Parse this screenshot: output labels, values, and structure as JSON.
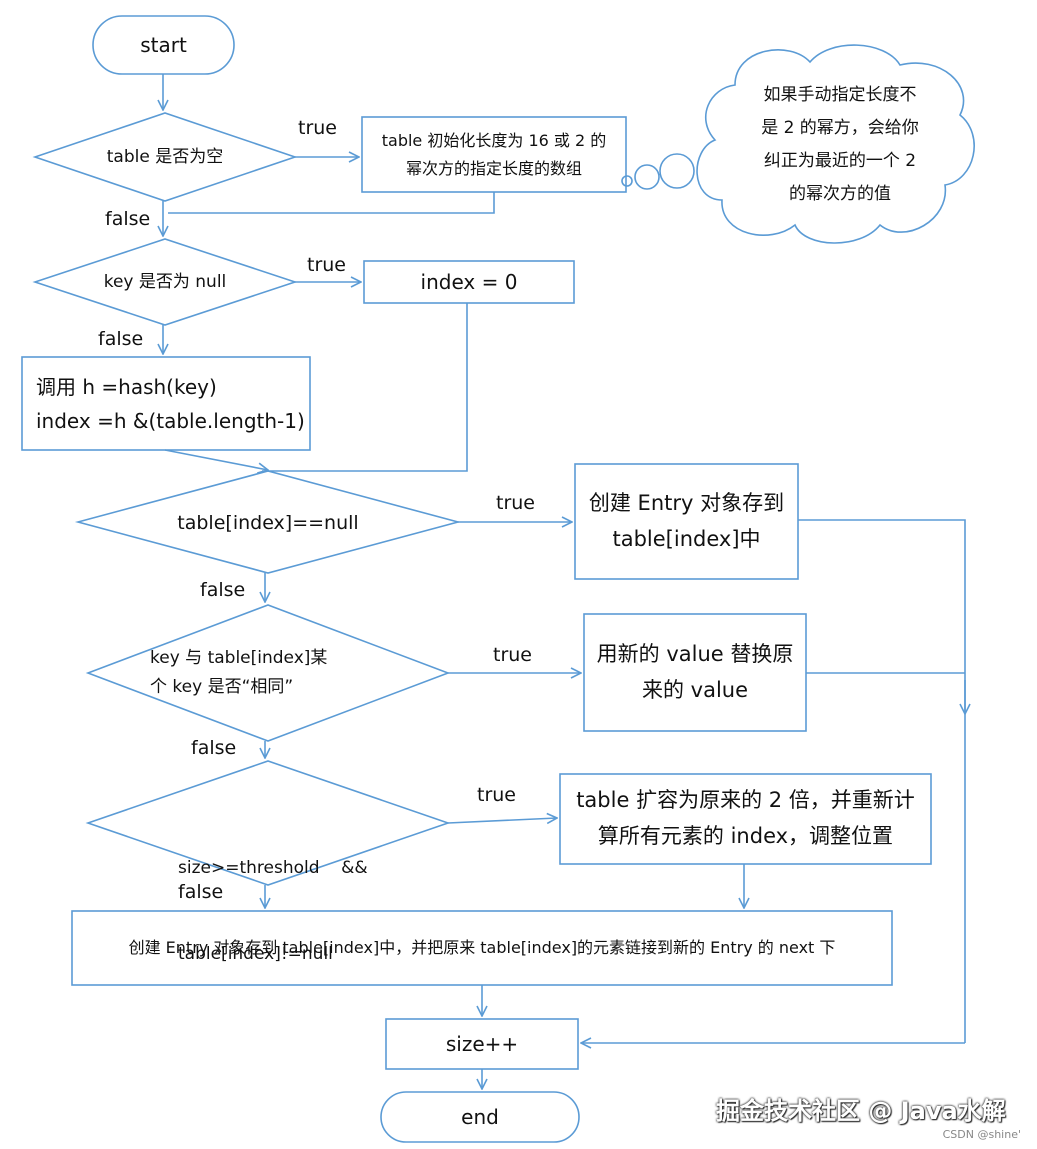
{
  "nodes": {
    "start": "start",
    "d_table_empty": "table 是否为空",
    "p_init_line1": "table 初始化长度为 16 或 2 的",
    "p_init_line2": "幂次方的指定长度的数组",
    "cloud_line1": "如果手动指定长度不",
    "cloud_line2": "是 2 的幂方，会给你",
    "cloud_line3": "纠正为最近的一个 2",
    "cloud_line4": "的幂次方的值",
    "d_key_null": "key 是否为 null",
    "p_index0": "index = 0",
    "p_hash_line1": "调用 h =hash(key)",
    "p_hash_line2": "index =h &(table.length-1)",
    "d_slot_null": "table[index]==null",
    "p_create_line1": "创建 Entry 对象存到",
    "p_create_line2": "table[index]中",
    "d_same_line1": "key 与 table[index]某",
    "d_same_line2": "个 key 是否“相同”",
    "p_replace_line1": "用新的 value 替换原",
    "p_replace_line2": "来的 value",
    "d_resize_line1": "size>=threshold    &&",
    "d_resize_line2": "table[index]!=null",
    "p_resize_line1": "table 扩容为原来的 2 倍，并重新计",
    "p_resize_line2": "算所有元素的 index，调整位置",
    "p_link": "创建 Entry 对象存到 table[index]中，并把原来 table[index]的元素链接到新的 Entry 的 next 下",
    "p_sizeinc": "size++",
    "end": "end"
  },
  "edge_labels": {
    "true": "true",
    "false": "false"
  },
  "watermark": {
    "main": "掘金技术社区 @ Java水解",
    "sub": "CSDN @shine'"
  },
  "colors": {
    "stroke": "#5b9bd5",
    "fill": "#ffffff"
  }
}
